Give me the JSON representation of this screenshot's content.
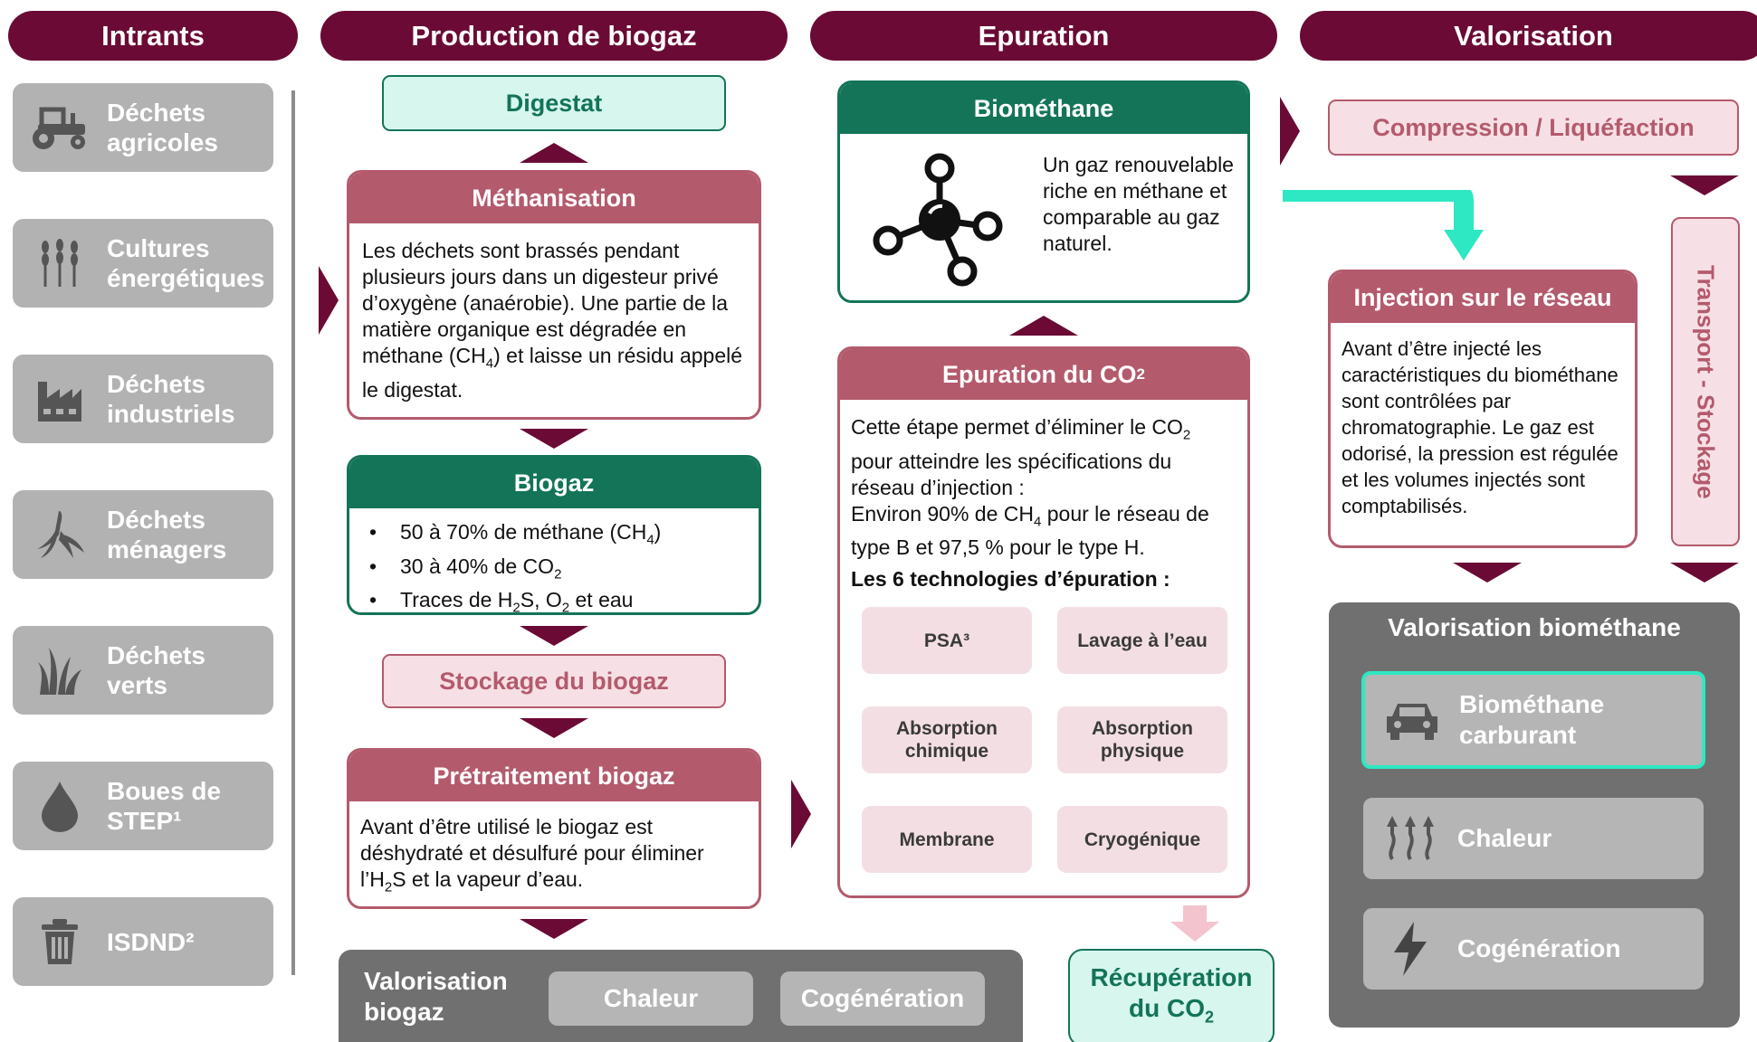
{
  "columns": {
    "intrants": "Intrants",
    "production": "Production de biogaz",
    "epuration": "Epuration",
    "valorisation": "Valorisation"
  },
  "inputs": [
    {
      "label": "Déchets\nagricoles",
      "icon": "tractor-icon"
    },
    {
      "label": "Cultures\nénergétiques",
      "icon": "wheat-icon"
    },
    {
      "label": "Déchets\nindustriels",
      "icon": "factory-icon"
    },
    {
      "label": "Déchets\nménagers",
      "icon": "banana-peel-icon"
    },
    {
      "label": "Déchets\nverts",
      "icon": "grass-icon"
    },
    {
      "label": "Boues de\nSTEP¹",
      "icon": "drop-icon"
    },
    {
      "label": "ISDND²",
      "icon": "trash-bin-icon"
    }
  ],
  "production": {
    "digestat": "Digestat",
    "methanisation": {
      "title": "Méthanisation",
      "text_1": "Les déchets sont brassés pendant plusieurs jours dans un digesteur privé d’oxygène (anaérobie). Une partie de la matière organique est dégradée en méthane (CH",
      "sub_1": "4",
      "text_2": ") et laisse un résidu appelé le digestat."
    },
    "biogaz": {
      "title": "Biogaz",
      "b1_a": "50 à 70% de méthane (CH",
      "b1_sub": "4",
      "b1_b": ")",
      "b2_a": "30 à 40% de CO",
      "b2_sub": "2",
      "b3_a": "Traces de H",
      "b3_sub1": "2",
      "b3_b": "S, O",
      "b3_sub2": "2",
      "b3_c": " et eau"
    },
    "stockage": "Stockage du biogaz",
    "pretraitement": {
      "title": "Prétraitement biogaz",
      "text_1": "Avant d’être utilisé le biogaz est déshydraté et désulfuré pour éliminer l’H",
      "sub_1": "2",
      "text_2": "S et la vapeur d’eau."
    },
    "valorisation": {
      "title": "Valorisation\nbiogaz",
      "chaleur": "Chaleur",
      "cogeneration": "Cogénération"
    }
  },
  "epuration": {
    "biomethane": {
      "title": "Biométhane",
      "text": "Un gaz renouvelable riche en méthane et comparable au gaz naturel.",
      "icon": "molecule-icon"
    },
    "co2": {
      "title_a": "Epuration du CO",
      "title_sub": "2",
      "p1_a": "Cette étape permet d’éliminer le CO",
      "p1_sub": "2",
      "p1_b": " pour atteindre les spécifications du réseau d’injection :",
      "p2_a": "Environ 90% de CH",
      "p2_sub": "4",
      "p2_b": " pour le réseau de type B et 97,5 % pour le type H.",
      "tech_title": "Les 6 technologies d’épuration :",
      "technologies": [
        "PSA³",
        "Lavage à l’eau",
        "Absorption\nchimique",
        "Absorption\nphysique",
        "Membrane",
        "Cryogénique"
      ]
    },
    "recuperation_a": "Récupération",
    "recuperation_b": "du CO",
    "recuperation_sub": "2"
  },
  "valorisation": {
    "compression": "Compression / Liquéfaction",
    "transport": "Transport - Stockage",
    "injection": {
      "title": "Injection sur le réseau",
      "text": "Avant d’être injecté les caractéristiques du biométhane sont contrôlées par chromatographie. Le gaz est odorisé, la pression est régulée et les volumes injectés sont comptabilisés."
    },
    "panel_title": "Valorisation biométhane",
    "carburant": "Biométhane\ncarburant",
    "chaleur": "Chaleur",
    "cogeneration": "Cogénération"
  },
  "colors": {
    "dark_purple": "#6b0a35",
    "rose": "#b45a6d",
    "green": "#137458",
    "mint": "#d6f6ee",
    "teal_arrow": "#2de8c2"
  }
}
